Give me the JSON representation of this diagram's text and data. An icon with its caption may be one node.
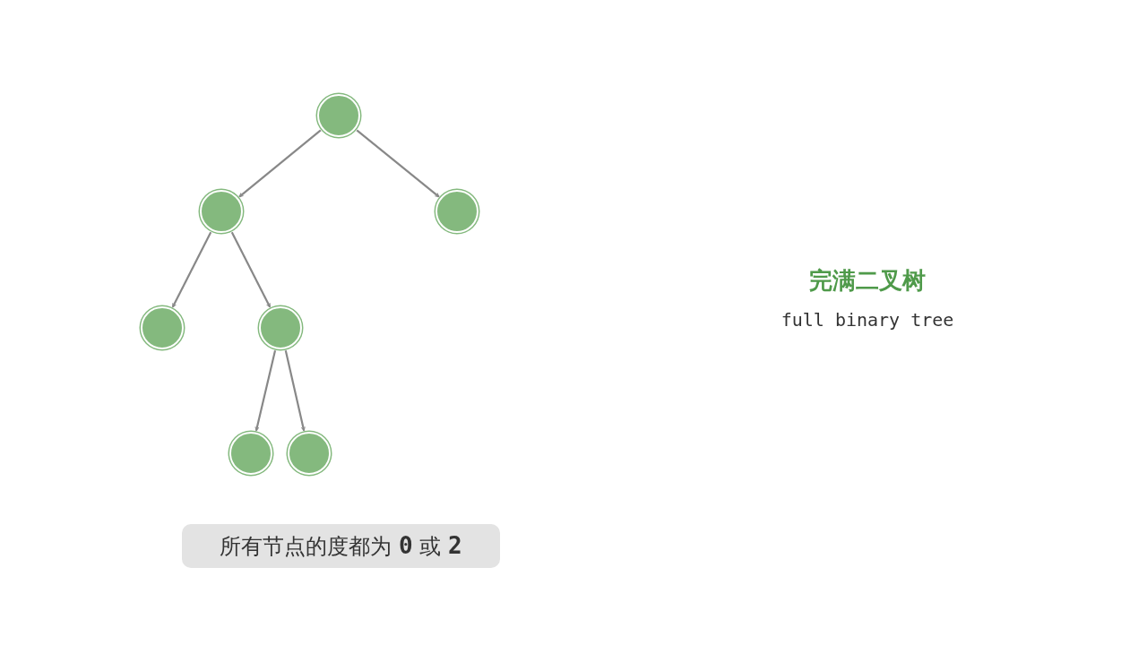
{
  "diagram": {
    "title": "完满二叉树",
    "nodes": [
      {
        "text": [],
        "shape": "circle"
      },
      {
        "text": [],
        "shape": "circle"
      },
      {
        "text": [],
        "shape": "circle"
      },
      {
        "text": [],
        "shape": "circle"
      },
      {
        "text": [],
        "shape": "circle"
      },
      {
        "text": [],
        "shape": "circle"
      },
      {
        "text": [],
        "shape": "circle"
      },
      {
        "text": [
          "所有节点的度都为 **0** 或 **2**"
        ]
      }
    ],
    "edges": [
      {
        "from": 0,
        "to": 1,
        "arrow": "to"
      },
      {
        "from": 0,
        "to": 2,
        "arrow": "to"
      },
      {
        "from": 1,
        "to": 3,
        "arrow": "to"
      },
      {
        "from": 1,
        "to": 4,
        "arrow": "to"
      },
      {
        "from": 4,
        "to": 5,
        "arrow": "to"
      },
      {
        "from": 4,
        "to": 6,
        "arrow": "to"
      }
    ],
    "labels": [
      "full binary tree"
    ]
  }
}
